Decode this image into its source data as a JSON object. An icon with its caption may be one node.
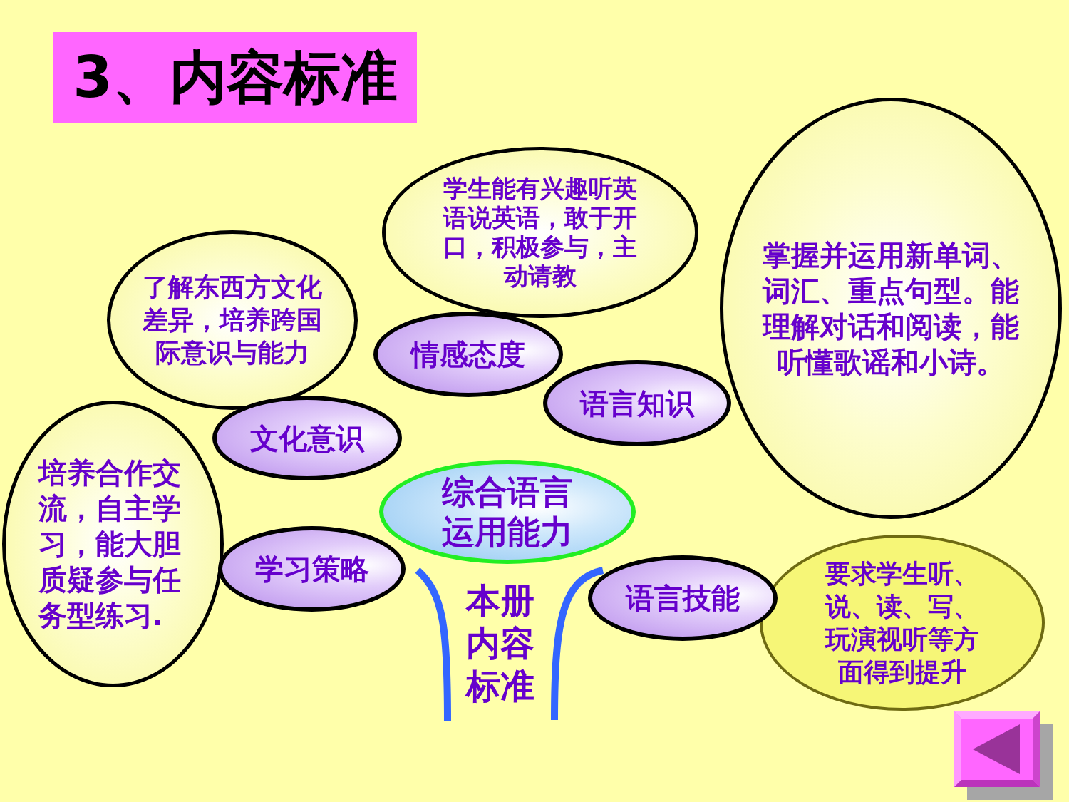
{
  "diagram": {
    "title": "3、内容标准",
    "nodes": [
      {
        "text": [
          "了解东西方文化差异，培养跨国际意识与能力"
        ]
      },
      {
        "text": [
          "学生能有兴趣听英语说英语，敢于开口，积极参与，主动请教"
        ]
      },
      {
        "text": [
          "掌握并运用新单词、词汇、重点句型。能理解对话和阅读，能听懂歌谣和小诗。"
        ]
      },
      {
        "text": [
          "情感态度"
        ]
      },
      {
        "text": [
          "语言知识"
        ]
      },
      {
        "text": [
          "文化意识"
        ]
      },
      {
        "text": [
          "培养合作交流，自主学习，能大胆质疑参与任务型练习."
        ]
      },
      {
        "text": [
          "综合语言运用能力"
        ]
      },
      {
        "text": [
          "学习策略"
        ]
      },
      {
        "text": [
          "语言技能"
        ]
      },
      {
        "text": [
          "要求学生听、说、读、写、玩演视听等方面得到提升"
        ]
      }
    ],
    "labels": [
      "本册内容标准"
    ]
  }
}
